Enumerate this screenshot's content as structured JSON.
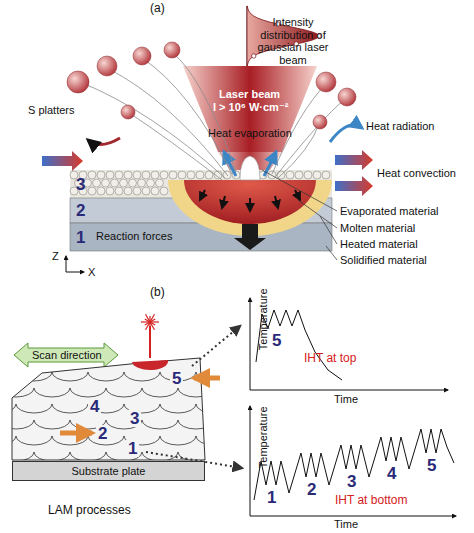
{
  "diagram": {
    "nodes": [
      {
        "text": [
          "Substrate plate"
        ]
      }
    ],
    "labels": [
      "(a)",
      "Intensity distribution of gaussian laser beam",
      "Laser beam",
      "I > 10⁶ W·cm⁻²",
      "Heat evaporation",
      "S platters",
      "Heat radiation",
      "Heat convection",
      "Evaporated material",
      "Molten material",
      "Heated material",
      "Solidified material",
      "Reaction forces",
      "3",
      "2",
      "1",
      "Z",
      "X",
      "(b)",
      "Scan direction",
      "5",
      "4",
      "3",
      "2",
      "1",
      "5",
      "IHT at top",
      "Temperature",
      "Time",
      "1",
      "2",
      "3",
      "4",
      "5",
      "IHT at bottom",
      "Temperature",
      "Time",
      "LAM processes"
    ]
  }
}
